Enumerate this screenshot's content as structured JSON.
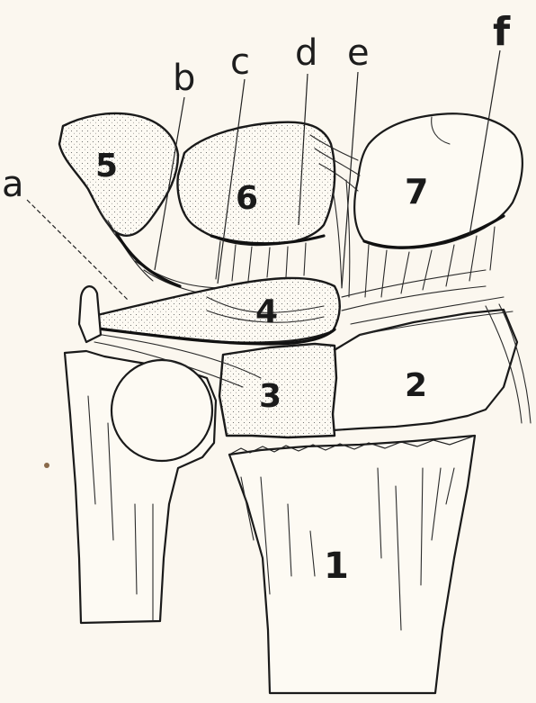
{
  "letter_labels": {
    "a": "a",
    "b": "b",
    "c": "c",
    "d": "d",
    "e": "e",
    "f": "f"
  },
  "number_labels": {
    "n1": "1",
    "n2": "2",
    "n3": "3",
    "n4": "4",
    "n5": "5",
    "n6": "6",
    "n7": "7"
  },
  "colors": {
    "paper": "#fbf7ef",
    "ink": "#1a1a1a"
  }
}
